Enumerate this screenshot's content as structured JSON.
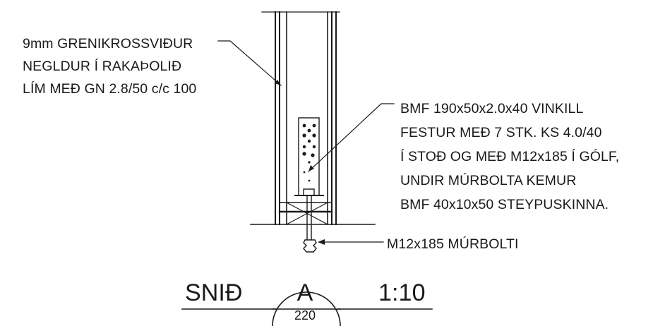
{
  "notes": {
    "plywood": {
      "lines": [
        "9mm GRENIKROSSVIÐUR",
        "NEGLDUR Í RAKAÞOLIÐ",
        "LÍM MEÐ GN 2.8/50 c/c 100"
      ]
    },
    "bracket": {
      "lines": [
        "BMF 190x50x2.0x40 VINKILL",
        "FESTUR MEÐ 7 STK. KS 4.0/40",
        "Í STOÐ OG MEÐ M12x185 Í GÓLF,",
        "UNDIR MÚRBOLTA KEMUR",
        "BMF 40x10x50 STEYPUSKINNA."
      ]
    },
    "bolt": {
      "text": "M12x185 MÚRBOLTI"
    }
  },
  "title_block": {
    "section_word": "SNIÐ",
    "section_letter": "A",
    "sheet_number": "220",
    "scale": "1:10"
  }
}
